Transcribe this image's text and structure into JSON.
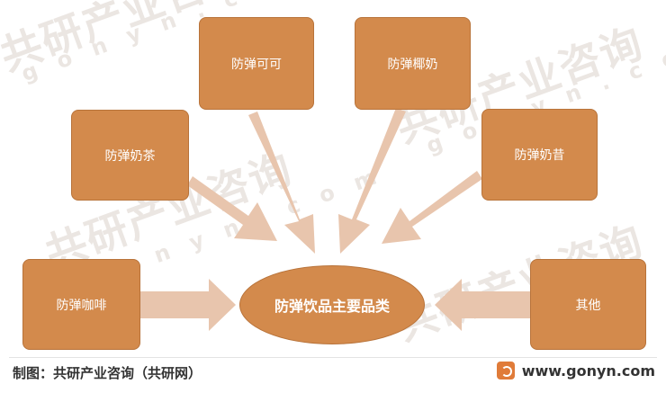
{
  "watermark": {
    "brand": "共研产业咨询",
    "domain": "g o n y n . c o m"
  },
  "diagram": {
    "center": "防弹饮品主要品类",
    "nodes": {
      "coffee": "防弹咖啡",
      "milk_tea": "防弹奶茶",
      "cocoa": "防弹可可",
      "coconut": "防弹椰奶",
      "milkshake": "防弹奶昔",
      "others": "其他"
    }
  },
  "footer": {
    "source": "制图：共研产业咨询（共研网）",
    "url": "www.gonyn.com"
  },
  "colors": {
    "box": "#d38a4c",
    "arrow": "#e8c5ad",
    "watermark": "#ebe6e2"
  }
}
